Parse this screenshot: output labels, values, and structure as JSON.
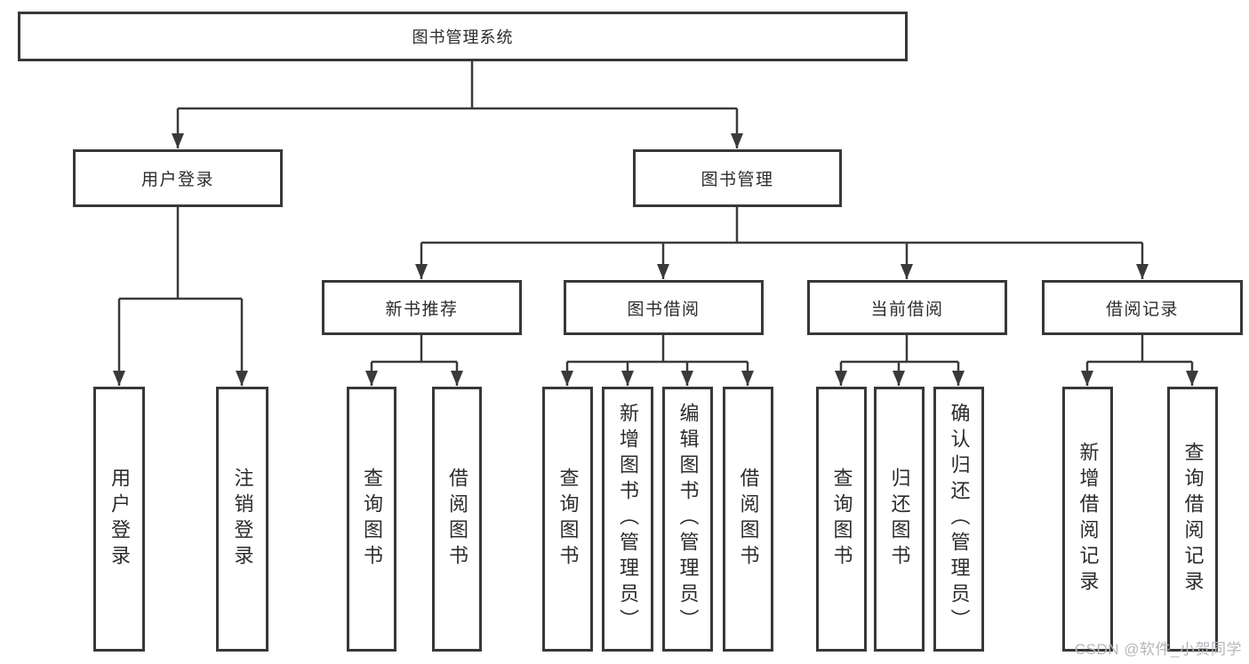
{
  "colors": {
    "line": "#3a3a3a",
    "box-border": "#383838",
    "text": "#2c2c2c",
    "watermark": "#b4b7bb",
    "bg": "#ffffff"
  },
  "nodes": {
    "root": "图书管理系统",
    "user_login": "用户登录",
    "book_management": "图书管理",
    "new_book_recommend": "新书推荐",
    "book_borrow": "图书借阅",
    "current_borrow": "当前借阅",
    "borrow_records": "借阅记录"
  },
  "leaves": {
    "user_login": [
      "用户登录",
      "注销登录"
    ],
    "new_book_recommend": [
      "查询图书",
      "借阅图书"
    ],
    "book_borrow": [
      "查询图书",
      "新增图书（管理员）",
      "编辑图书（管理员）",
      "借阅图书"
    ],
    "current_borrow": [
      "查询图书",
      "归还图书",
      "确认归还（管理员）"
    ],
    "borrow_records": [
      "新增借阅记录",
      "查询借阅记录"
    ]
  },
  "watermark": "CSDN @软件_小贺同学"
}
